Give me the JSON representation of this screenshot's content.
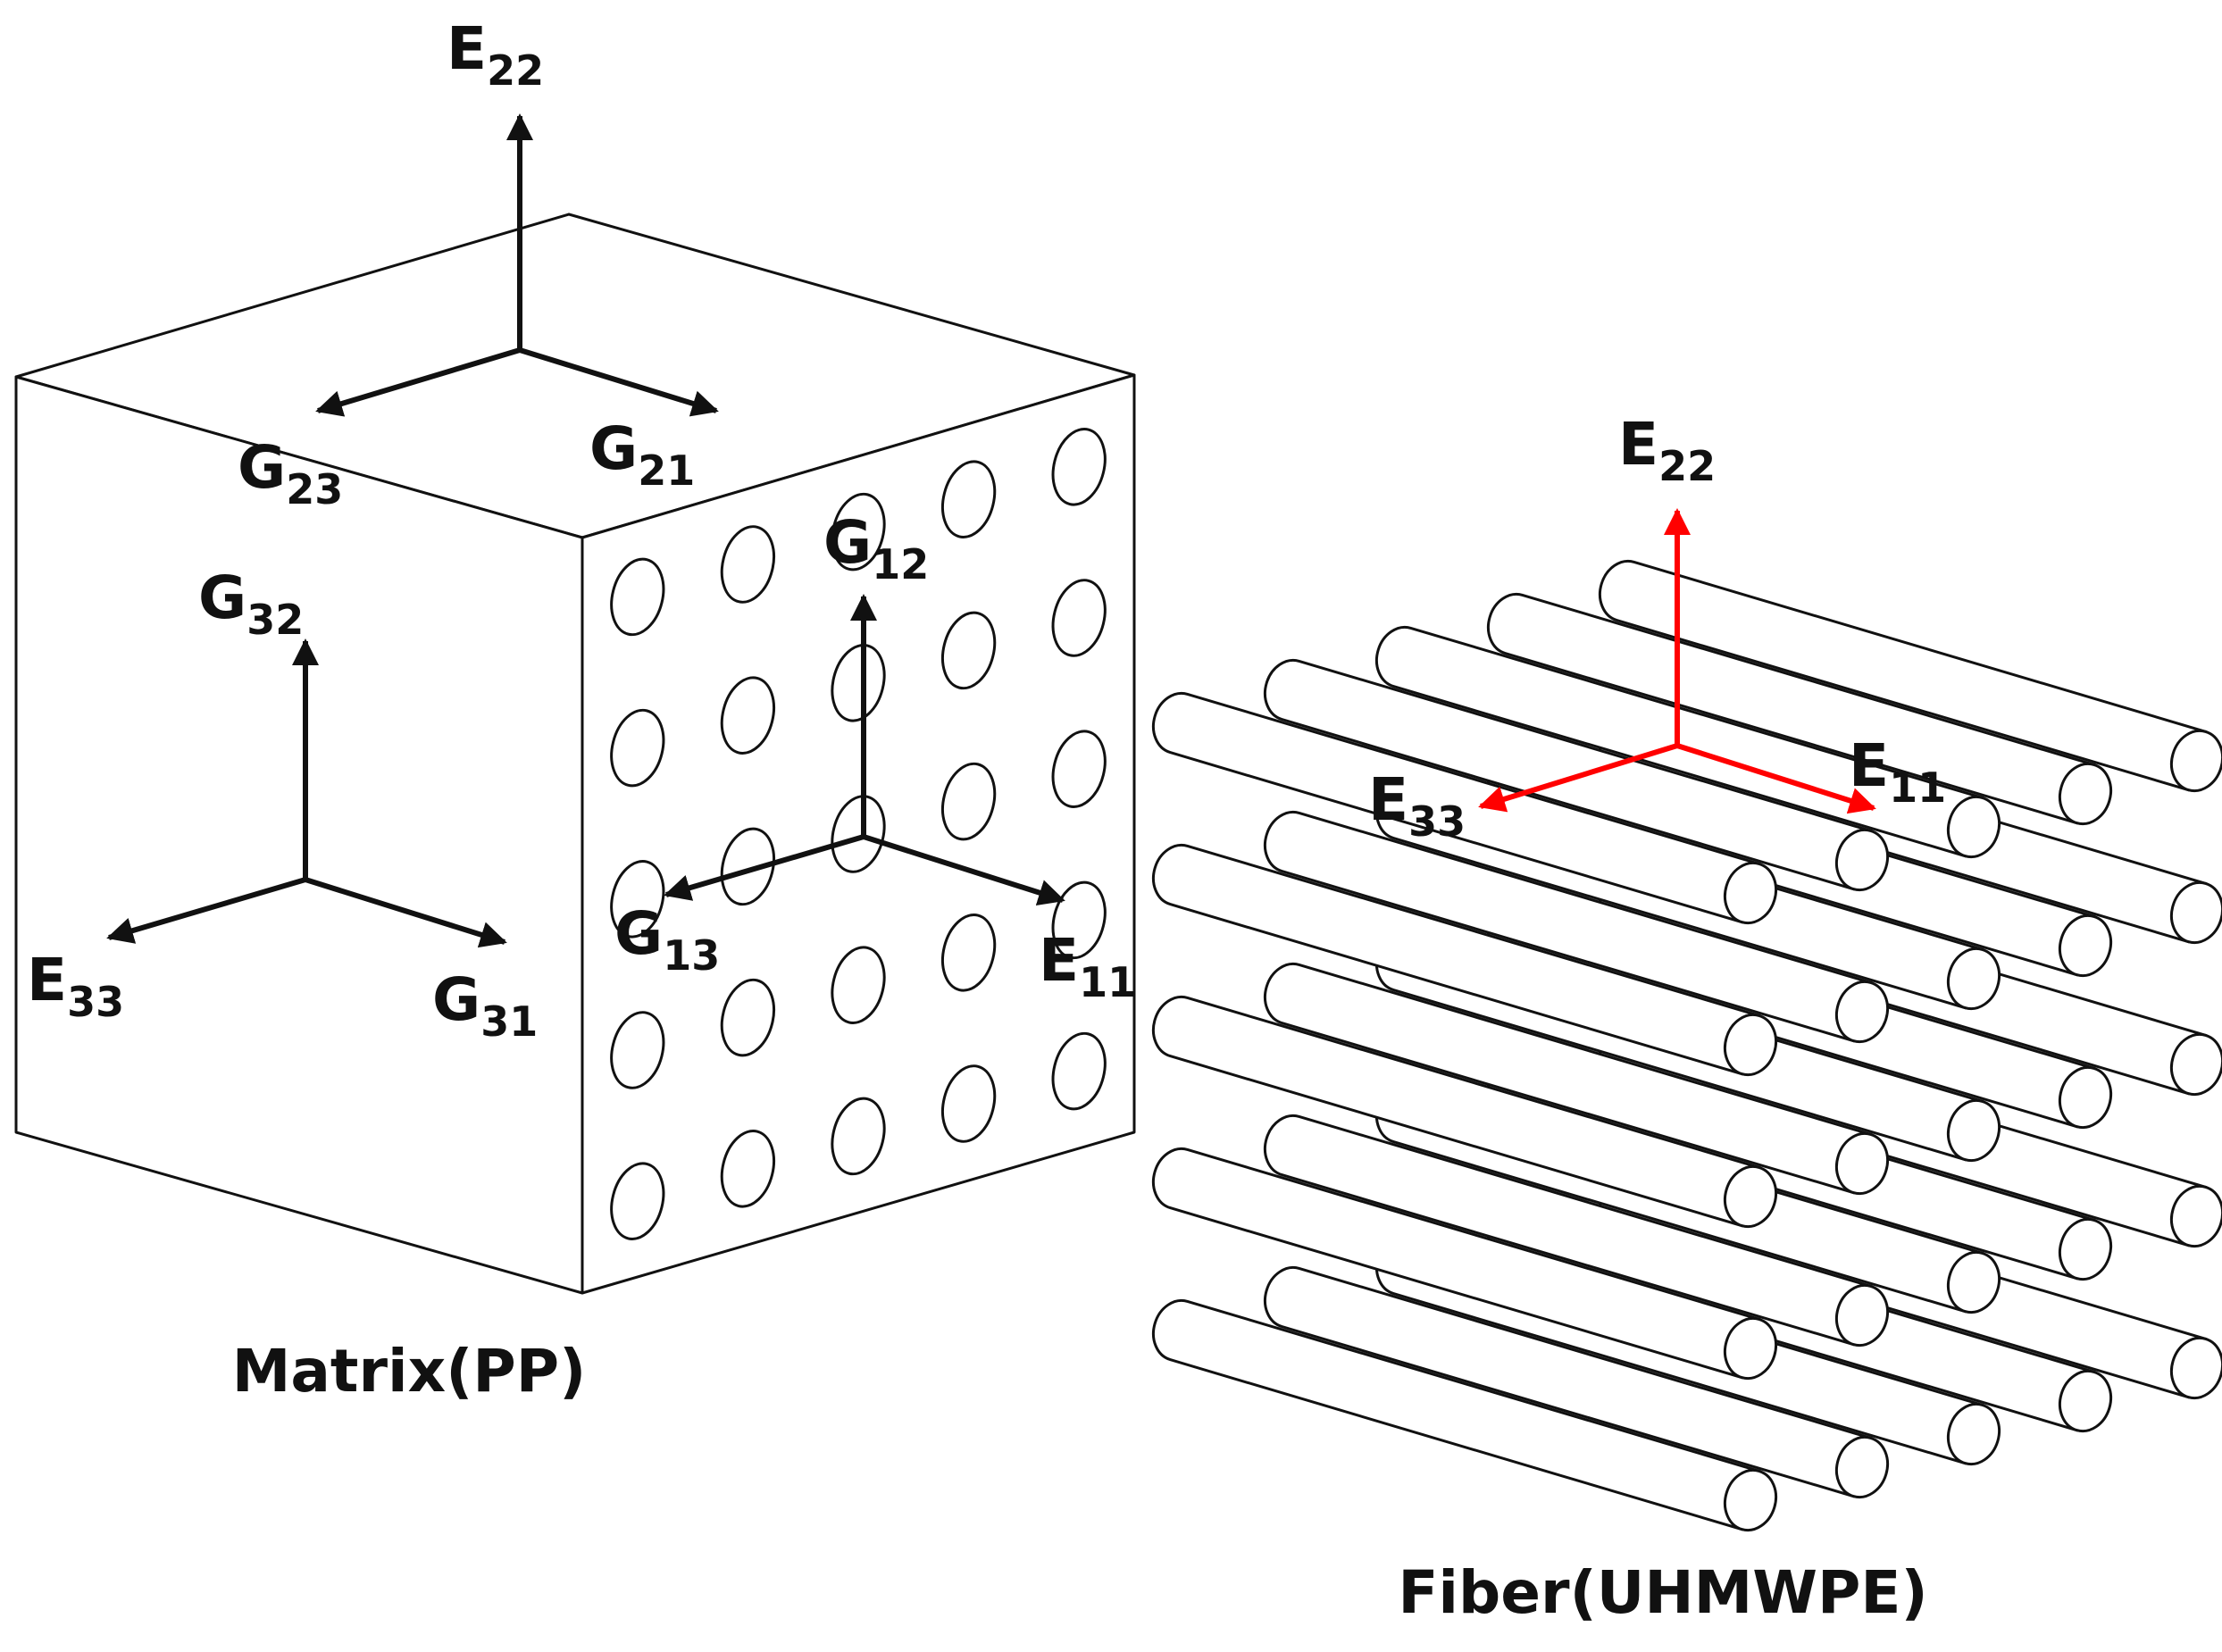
{
  "colors": {
    "line": "#111111",
    "red_axes": "#ff0000",
    "background": "#ffffff"
  },
  "matrix": {
    "caption": "Matrix(PP)",
    "labels": {
      "top_e22": {
        "main": "E",
        "sub": "22"
      },
      "top_g23": {
        "main": "G",
        "sub": "23"
      },
      "top_g21": {
        "main": "G",
        "sub": "21"
      },
      "left_g32": {
        "main": "G",
        "sub": "32"
      },
      "left_e33": {
        "main": "E",
        "sub": "33"
      },
      "left_g31": {
        "main": "G",
        "sub": "31"
      },
      "right_g12": {
        "main": "G",
        "sub": "12"
      },
      "right_g13": {
        "main": "G",
        "sub": "13"
      },
      "right_e11": {
        "main": "E",
        "sub": "11"
      }
    },
    "hole_grid": {
      "rows": 5,
      "cols": 5
    }
  },
  "fiber": {
    "caption": "Fiber(UHMWPE)",
    "labels": {
      "e22": {
        "main": "E",
        "sub": "22"
      },
      "e33": {
        "main": "E",
        "sub": "33"
      },
      "e11": {
        "main": "E",
        "sub": "11"
      }
    },
    "bundle": {
      "rows": 5,
      "cols": 5
    }
  }
}
